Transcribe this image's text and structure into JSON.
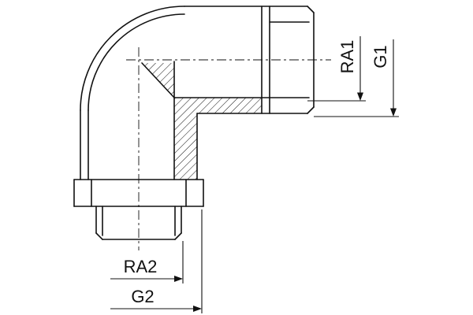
{
  "labels": {
    "ra1": "RA1",
    "g1": "G1",
    "ra2": "RA2",
    "g2": "G2"
  },
  "colors": {
    "line": "#111111",
    "background": "#ffffff"
  }
}
